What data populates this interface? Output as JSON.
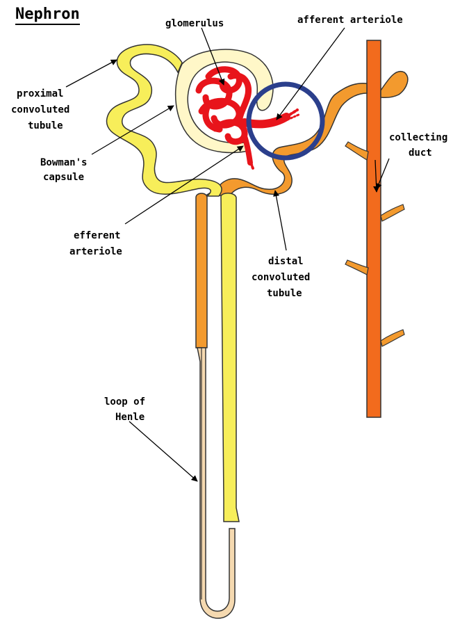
{
  "title": "Nephron",
  "labels": {
    "glomerulus": "glomerulus",
    "afferent_arteriole": "afferent arteriole",
    "proximal_convoluted_tubule": [
      "proximal",
      "convoluted",
      "tubule"
    ],
    "bowmans_capsule": [
      "Bowman's",
      "capsule"
    ],
    "collecting_duct": [
      "collecting",
      "duct"
    ],
    "efferent_arteriole": [
      "efferent",
      "arteriole"
    ],
    "distal_convoluted_tubule": [
      "distal",
      "convoluted",
      "tubule"
    ],
    "loop_of_henle": [
      "loop of",
      "Henle"
    ]
  },
  "colors": {
    "proximal_tubule": "#f7ee5a",
    "distal_tubule": "#f39a2e",
    "collecting_duct": "#f26b1d",
    "loop_descending_thin": "#f5d9b0",
    "capsule": "#fff7c8",
    "glomerulus": "#e8141b",
    "highlight_circle": "#2b3f8c"
  }
}
